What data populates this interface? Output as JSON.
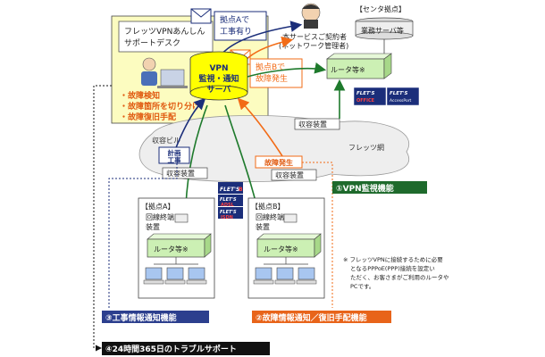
{
  "support_desk": {
    "title_line1": "フレッツVPNあんしん",
    "title_line2": "サポートデスク",
    "tasks": [
      "・故障検知",
      "・故障箇所を切り分け",
      "・故障復旧手配"
    ]
  },
  "notices": {
    "a_line1": "拠点Aで",
    "a_line2": "工事有り",
    "b_line1": "拠点Bで",
    "b_line2": "故障発生"
  },
  "manager": {
    "line1": "本サービスご契約者",
    "line2": "(ネットワーク管理者)"
  },
  "center": {
    "title": "【センタ拠点】",
    "server": "業務サーバ等",
    "router": "ルータ等※"
  },
  "vpn_server": {
    "line1": "VPN",
    "line2": "監視・通知",
    "line3": "サーバ"
  },
  "network": {
    "building": "収容ビル",
    "flets_net": "フレッツ網",
    "device_label": "収容装置",
    "construction_line1": "計画",
    "construction_line2": "工事",
    "fault": "故障発生"
  },
  "flets_logos": {
    "office": "FLET'S OFFICE",
    "access": "FLET'S Access Port",
    "b": "FLET'S B",
    "adsl": "FLET'S ADSL",
    "isdn": "FLET'S ISDN"
  },
  "site_a": {
    "title": "【拠点A】",
    "term_line1": "回線終端",
    "term_line2": "装置",
    "router": "ルータ等※"
  },
  "site_b": {
    "title": "【拠点B】",
    "term_line1": "回線終端",
    "term_line2": "装置",
    "router": "ルータ等※"
  },
  "features": {
    "f1": "①VPN監視機能",
    "f2": "②故障情報通知／復旧手配機能",
    "f3": "③工事情報通知機能",
    "f4": "④24時間365日のトラブルサポート"
  },
  "footnote": {
    "lines": [
      "※ フレッツVPNに接続するために必要",
      "となるPPPoE(PPP)接続を設定い",
      "ただく、お客さまがご利用のルータや",
      "PCです。"
    ]
  },
  "colors": {
    "desk_bg": "#fcfcc0",
    "vpn_server": "#ffff00",
    "green": "#1e7a2c",
    "orange": "#f26b16",
    "navy": "#1b2e7a",
    "router_green": "#ccf0b4",
    "f1_bar": "#1e6a2c",
    "f2_bar": "#e8641a",
    "f3_bar": "#2c3f8e",
    "f4_bar": "#111111"
  }
}
